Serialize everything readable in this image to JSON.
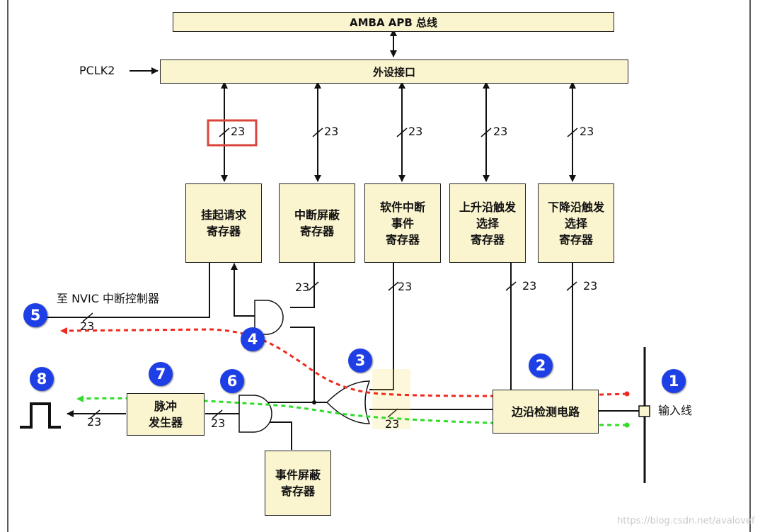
{
  "bus": {
    "amba": "AMBA APB 总线",
    "peripheral": "外设接口",
    "pclk": "PCLK2"
  },
  "width_label": "23",
  "registers": [
    {
      "name": "pending",
      "label": "挂起请求\n寄存器"
    },
    {
      "name": "int-mask",
      "label": "中断屏蔽\n寄存器"
    },
    {
      "name": "soft-int",
      "label": "软件中断\n事件\n寄存器"
    },
    {
      "name": "rising",
      "label": "上升沿触发\n选择\n寄存器"
    },
    {
      "name": "falling",
      "label": "下降沿触发\n选择\n寄存器"
    },
    {
      "name": "edge",
      "label": "边沿检测电路"
    },
    {
      "name": "pulse",
      "label": "脉冲\n发生器"
    },
    {
      "name": "event-mask",
      "label": "事件屏蔽\n寄存器"
    }
  ],
  "labels": {
    "nvic": "至 NVIC 中断控制器",
    "input": "输入线"
  },
  "markers": [
    "1",
    "2",
    "3",
    "4",
    "5",
    "6",
    "7",
    "8"
  ],
  "watermark": "https://blog.csdn.net/avalovef",
  "colors": {
    "box_fill": "#faf4cf",
    "marker": "#1f3fe6",
    "interrupt_path": "#f0281e",
    "event_path": "#2fdc28",
    "highlight_box": "#d9453a"
  }
}
